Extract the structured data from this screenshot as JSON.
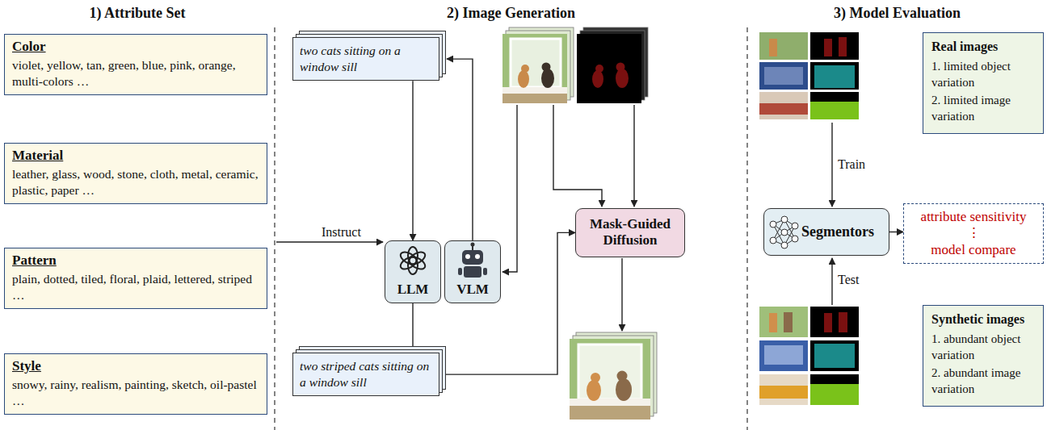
{
  "diagram": {
    "nodes": [
      {
        "text": [
          "Color",
          "violet, yellow, tan, green, blue, pink, orange, multi-colors …"
        ]
      },
      {
        "text": [
          "Material",
          "leather, glass, wood, stone, cloth, metal, ceramic, plastic, paper …"
        ]
      },
      {
        "text": [
          "Pattern",
          "plain, dotted, tiled, floral, plaid, lettered, striped …"
        ]
      },
      {
        "text": [
          "Style",
          "snowy, rainy, realism, painting, sketch, oil-pastel …"
        ]
      },
      {
        "text": [
          "two cats sitting on a window sill"
        ]
      },
      {
        "text": [
          "LLM"
        ]
      },
      {
        "text": [
          "VLM"
        ]
      },
      {
        "text": [
          "two striped cats sitting on a window sill"
        ]
      },
      {
        "text": [
          "Mask-Guided Diffusion"
        ]
      },
      {
        "text": [
          "Real images",
          "1. limited object variation",
          "2. limited image variation"
        ]
      },
      {
        "text": [
          "Segmentors"
        ]
      },
      {
        "text": [
          "attribute sensitivity",
          "⋮",
          "model compare"
        ]
      },
      {
        "text": [
          "Synthetic images",
          "1. abundant object variation",
          "2. abundant image variation"
        ]
      }
    ],
    "edges": [
      {
        "from": 4,
        "to": 5,
        "arrow": "to"
      },
      {
        "from": 6,
        "to": 4,
        "arrow": "to"
      },
      {
        "from": 5,
        "to": 7,
        "arrow": "to"
      },
      {
        "from": 7,
        "to": 8,
        "arrow": "to"
      },
      {
        "from": 10,
        "to": 11,
        "arrow": "to"
      }
    ],
    "labels": [
      "1) Attribute Set",
      "2) Image Generation",
      "3) Model Evaluation",
      "Instruct",
      "Train",
      "Test"
    ]
  }
}
